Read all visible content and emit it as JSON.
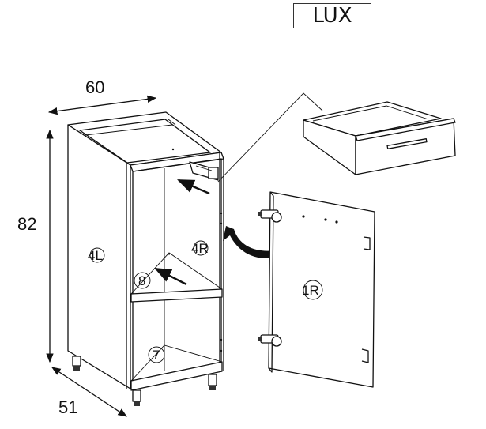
{
  "product_name": "LUX",
  "dimensions": {
    "width": "60",
    "height": "82",
    "depth": "51"
  },
  "parts": {
    "door": "1R",
    "side_left": "4L",
    "side_right": "4R",
    "back": "7",
    "shelf": "8"
  }
}
